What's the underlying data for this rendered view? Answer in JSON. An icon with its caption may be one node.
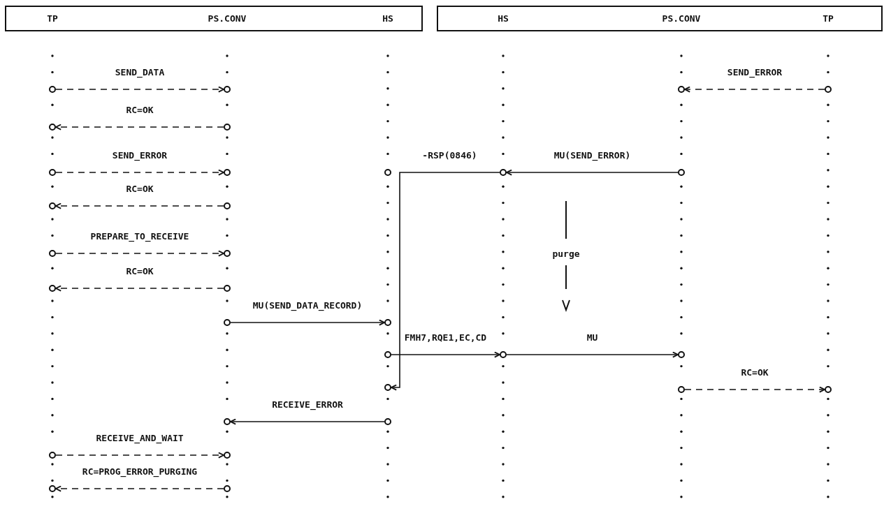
{
  "diagram": {
    "nodes": [
      {
        "text": [
          "TP",
          "PS.CONV",
          "HS"
        ]
      },
      {
        "text": [
          "HS",
          "PS.CONV",
          "TP"
        ]
      },
      {
        "text": [],
        "shape": "circle"
      },
      {
        "text": [],
        "shape": "circle"
      },
      {
        "text": [],
        "shape": "circle"
      },
      {
        "text": [],
        "shape": "circle"
      },
      {
        "text": [],
        "shape": "circle"
      },
      {
        "text": [],
        "shape": "circle"
      },
      {
        "text": [],
        "shape": "circle"
      },
      {
        "text": [],
        "shape": "circle"
      },
      {
        "text": [],
        "shape": "circle"
      },
      {
        "text": [],
        "shape": "circle"
      },
      {
        "text": [],
        "shape": "circle"
      },
      {
        "text": [],
        "shape": "circle"
      },
      {
        "text": [],
        "shape": "circle"
      },
      {
        "text": [],
        "shape": "circle"
      },
      {
        "text": [],
        "shape": "circle"
      },
      {
        "text": [],
        "shape": "circle"
      },
      {
        "text": [],
        "shape": "circle"
      },
      {
        "text": [],
        "shape": "circle"
      },
      {
        "text": [],
        "shape": "circle"
      },
      {
        "text": [],
        "shape": "circle"
      },
      {
        "text": [],
        "shape": "circle"
      },
      {
        "text": [],
        "shape": "circle"
      },
      {
        "text": [],
        "shape": "circle"
      },
      {
        "text": [],
        "shape": "circle"
      },
      {
        "text": [],
        "shape": "circle"
      },
      {
        "text": [],
        "shape": "circle"
      },
      {
        "text": [],
        "shape": "circle"
      },
      {
        "text": [],
        "shape": "circle"
      },
      {
        "text": [],
        "shape": "circle"
      },
      {
        "text": [],
        "shape": "circle"
      },
      {
        "text": [],
        "shape": "circle"
      }
    ],
    "edges": [
      {
        "from": 2,
        "to": 3,
        "arrow": "to",
        "label": "SEND_DATA",
        "style": "dashed"
      },
      {
        "from": 5,
        "to": 4,
        "arrow": "to",
        "label": "SEND_ERROR",
        "style": "dashed"
      },
      {
        "from": 7,
        "to": 6,
        "arrow": "to",
        "label": "RC=OK",
        "style": "dashed"
      },
      {
        "from": 8,
        "to": 9,
        "arrow": "to",
        "label": "SEND_ERROR",
        "style": "dashed"
      },
      {
        "from": 12,
        "to": 11,
        "arrow": "to",
        "label": "MU(SEND_ERROR)"
      },
      {
        "from": 11,
        "to": 24,
        "arrow": "to",
        "label": "-RSP(0846)"
      },
      {
        "from": 14,
        "to": 13,
        "arrow": "to",
        "label": "RC=OK",
        "style": "dashed"
      },
      {
        "from": 15,
        "to": 16,
        "arrow": "to",
        "label": "PREPARE_TO_RECEIVE",
        "style": "dashed"
      },
      {
        "from": 18,
        "to": 17,
        "arrow": "to",
        "label": "RC=OK",
        "style": "dashed"
      },
      {
        "from": 19,
        "to": 20,
        "arrow": "to",
        "label": "MU(SEND_DATA_RECORD)"
      },
      {
        "from": 21,
        "to": 22,
        "arrow": "to",
        "label": "FMH7,RQE1,EC,CD"
      },
      {
        "from": 22,
        "to": 23,
        "arrow": "to",
        "label": "MU"
      },
      {
        "from": 25,
        "to": 26,
        "arrow": "to",
        "label": "RC=OK",
        "style": "dashed"
      },
      {
        "from": 28,
        "to": 27,
        "arrow": "to",
        "label": "RECEIVE_ERROR"
      },
      {
        "from": 29,
        "to": 30,
        "arrow": "to",
        "label": "RECEIVE_AND_WAIT",
        "style": "dashed"
      },
      {
        "from": 32,
        "to": 31,
        "arrow": "to",
        "label": "RC=PROG_ERROR_PURGING",
        "style": "dashed"
      }
    ],
    "labels": [
      "purge"
    ]
  }
}
